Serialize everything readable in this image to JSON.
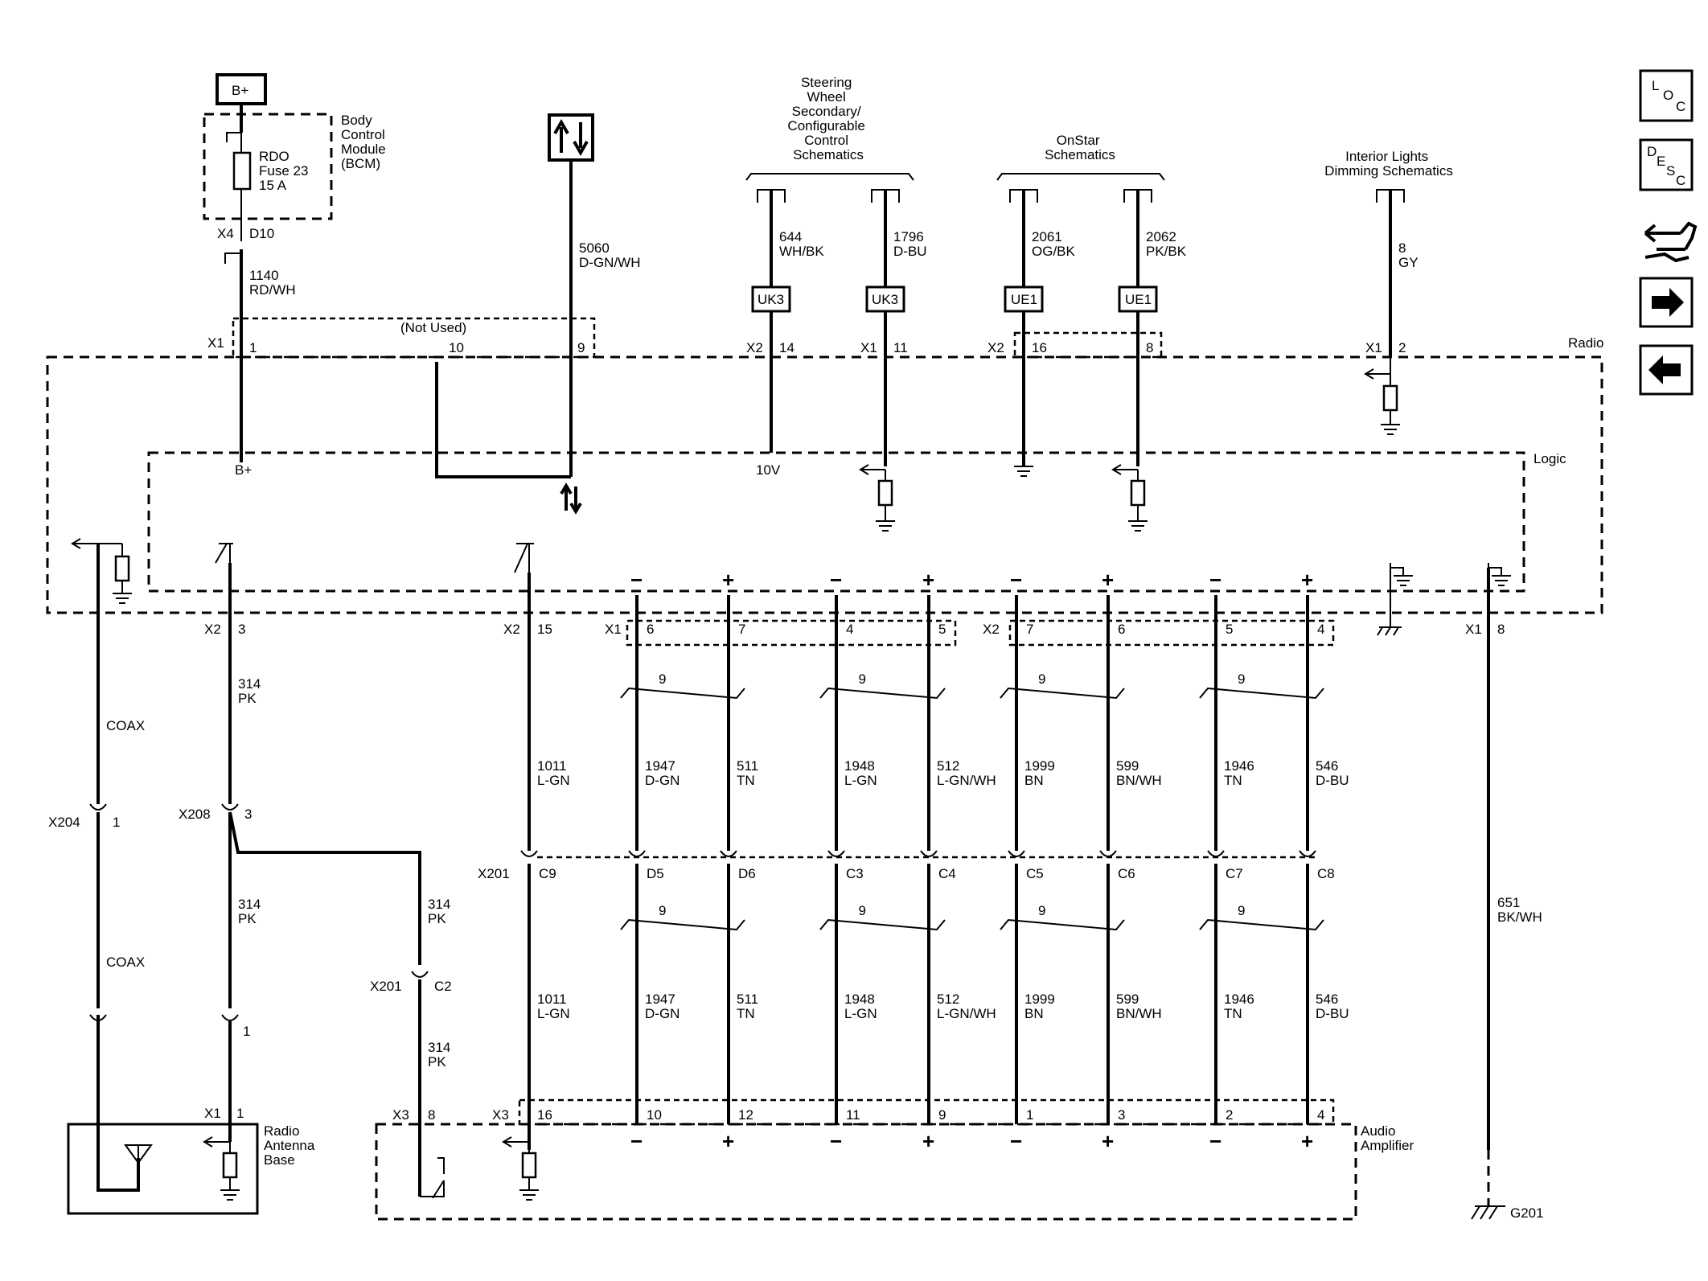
{
  "top_refs": {
    "b_plus_box": "B+",
    "bcm": [
      "Body",
      "Control",
      "Module",
      "(BCM)"
    ],
    "fuse": [
      "RDO",
      "Fuse 23",
      "15 A"
    ],
    "steering": [
      "Steering",
      "Wheel",
      "Secondary/",
      "Configurable",
      "Control",
      "Schematics"
    ],
    "onstar": [
      "OnStar",
      "Schematics"
    ],
    "interior": [
      "Interior Lights",
      "Dimming Schematics"
    ],
    "x4": "X4",
    "d10": "D10",
    "b_plus": "B+",
    "ten_v": "10V",
    "not_used": "(Not Used)"
  },
  "module_labels": {
    "radio": "Radio",
    "logic": "Logic",
    "audio_amp": [
      "Audio",
      "Amplifier"
    ],
    "antenna": [
      "Radio",
      "Antenna",
      "Base"
    ]
  },
  "wires": {
    "w1140": [
      "1140",
      "RD/WH"
    ],
    "w5060": [
      "5060",
      "D-GN/WH"
    ],
    "w644": [
      "644",
      "WH/BK"
    ],
    "w1796": [
      "1796",
      "D-BU"
    ],
    "w2061": [
      "2061",
      "OG/BK"
    ],
    "w2062": [
      "2062",
      "PK/BK"
    ],
    "w8": [
      "8",
      "GY"
    ],
    "w314": [
      "314",
      "PK"
    ],
    "coax": "COAX",
    "w651": [
      "651",
      "BK/WH"
    ],
    "w1011": [
      "1011",
      "L-GN"
    ],
    "w1947": [
      "1947",
      "D-GN"
    ],
    "w511": [
      "511",
      "TN"
    ],
    "w1948": [
      "1948",
      "L-GN"
    ],
    "w512": [
      "512",
      "L-GN/WH"
    ],
    "w1999": [
      "1999",
      "BN"
    ],
    "w599": [
      "599",
      "BN/WH"
    ],
    "w1946": [
      "1946",
      "TN"
    ],
    "w546": [
      "546",
      "D-BU"
    ]
  },
  "badges": {
    "uk3": "UK3",
    "ue1": "UE1"
  },
  "connectors": {
    "x1": "X1",
    "x2": "X2",
    "x3": "X3",
    "x201": "X201",
    "x204": "X204",
    "x208": "X208",
    "g201": "G201",
    "twist": "9"
  },
  "pins": {
    "radio_x1": [
      "1",
      "10",
      "9"
    ],
    "radio_x2_14": "14",
    "radio_x1_11": "11",
    "radio_x2_16": "16",
    "radio_x2_8": "8",
    "radio_x1_2": "2",
    "radio_x2_3": "3",
    "radio_x2_15": "15",
    "spk_x1": [
      "6",
      "7",
      "4",
      "5"
    ],
    "spk_x2": [
      "7",
      "6",
      "5",
      "4"
    ],
    "radio_x1_8": "8",
    "x204_1": "1",
    "x208_3": "3",
    "x201_c2": "C2",
    "inline": [
      "C9",
      "D5",
      "D6",
      "C3",
      "C4",
      "C5",
      "C6",
      "C7",
      "C8"
    ],
    "ant_1": "1",
    "ant_x1_1": "1",
    "amp_x3_8": "8",
    "amp": [
      "16",
      "10",
      "12",
      "11",
      "9",
      "1",
      "3",
      "2",
      "4"
    ]
  },
  "polarity": {
    "minus": "−",
    "plus": "+"
  },
  "nav_icons": [
    {
      "name": "location-icon",
      "letters": [
        "L",
        "O",
        "C"
      ]
    },
    {
      "name": "description-icon",
      "letters": [
        "D",
        "E",
        "S",
        "C"
      ]
    },
    {
      "name": "connector-end-view-icon"
    },
    {
      "name": "next-page-icon"
    },
    {
      "name": "previous-page-icon"
    }
  ]
}
